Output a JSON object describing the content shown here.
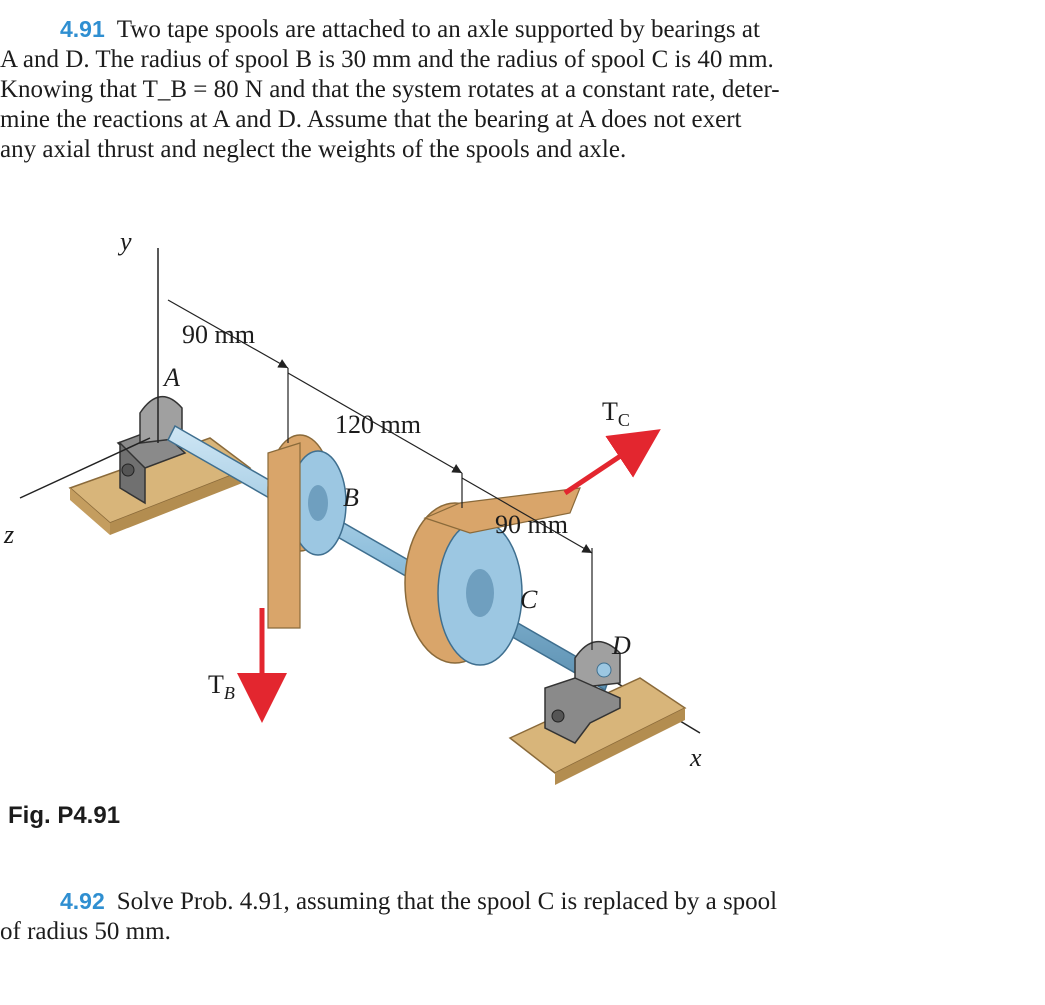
{
  "problem_491": {
    "number": "4.91",
    "lines": [
      "Two tape spools are attached to an axle supported by bearings at",
      "A and D. The radius of spool B is 30 mm and the radius of spool C is 40 mm.",
      "Knowing that T_B = 80 N and that the system rotates at a constant rate, deter-",
      "mine the reactions at A and D. Assume that the bearing at A does not exert",
      "any axial thrust and neglect the weights of the spools and axle."
    ]
  },
  "figure": {
    "caption": "Fig. P4.91",
    "labels": {
      "y_axis": "y",
      "z_axis": "z",
      "x_axis": "x",
      "dim_a_b": "90 mm",
      "dim_b_c": "120 mm",
      "dim_c_d": "90 mm",
      "point_a": "A",
      "point_b": "B",
      "point_c": "C",
      "point_d": "D",
      "tension_b": "T",
      "tension_b_sub": "B",
      "tension_c": "T",
      "tension_c_sub": "C"
    },
    "colors": {
      "force_arrow": "#e3262f",
      "tape": "#d9a56a",
      "shaft": "#8fbfdc",
      "bearing": "#9a9a9a",
      "base": "#d8b57a"
    }
  },
  "problem_492": {
    "number": "4.92",
    "lines": [
      "Solve Prob. 4.91, assuming that the spool C is replaced by a spool",
      "of radius 50 mm."
    ]
  }
}
